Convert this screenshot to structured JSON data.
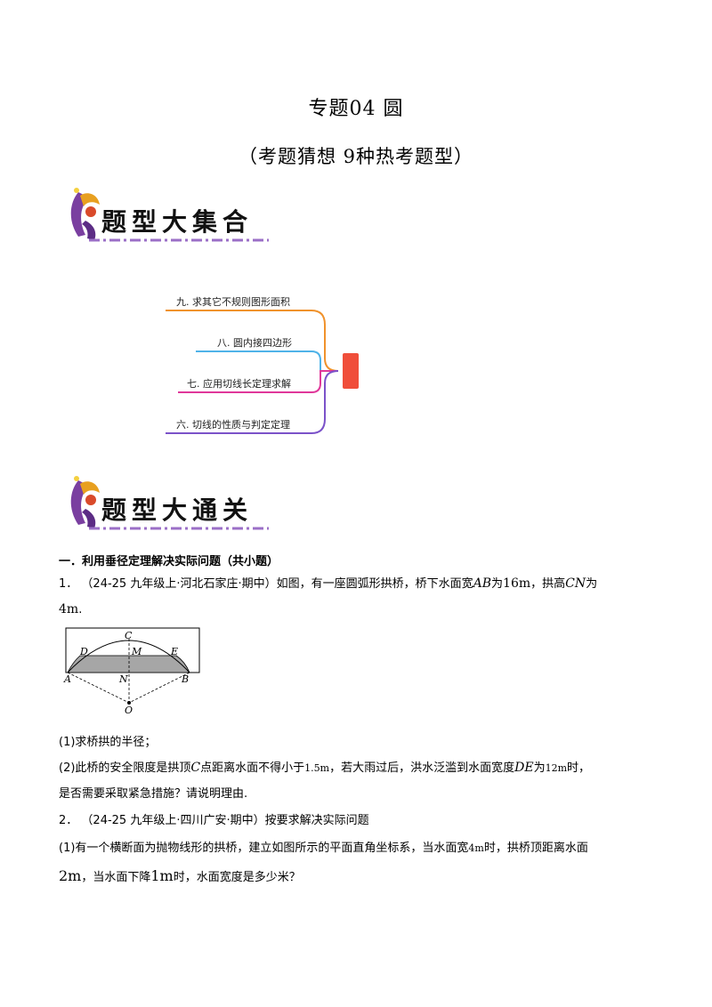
{
  "header": {
    "title": "专题04 圆",
    "subtitle": "（考题猜想 9种热考题型）"
  },
  "banner1": {
    "text": "题型大集合"
  },
  "banner2": {
    "text": "题型大通关"
  },
  "mindmap": {
    "items": [
      {
        "label": "九. 求其它不规则图形面积",
        "color": "#f0922c"
      },
      {
        "label": "八. 圆内接四边形",
        "color": "#4fb3e8"
      },
      {
        "label": "七. 应用切线长定理求解",
        "color": "#e0389a"
      },
      {
        "label": "六. 切线的性质与判定定理",
        "color": "#7b52c9"
      }
    ],
    "root_color": "#f04e3a"
  },
  "section1": {
    "title": "一．利用垂径定理解决实际问题（共小题）"
  },
  "q1": {
    "number": "1．",
    "source": "（24-25 九年级上·河北石家庄·期中）",
    "text_a": "如图，有一座圆弧形拱桥，桥下水面宽",
    "AB": "AB",
    "wei1": "为",
    "v16": "16m",
    "text_b": "，拱高",
    "CN": "CN",
    "wei2": "为",
    "v4": "4m",
    "dot": ".",
    "figure_labels": {
      "C": "C",
      "D": "D",
      "M": "M",
      "E": "E",
      "A": "A",
      "N": "N",
      "B": "B",
      "O": "O"
    },
    "part1": "(1)求桥拱的半径；",
    "part2_a": "(2)此桥的安全限度是拱顶",
    "part2_C": "C",
    "part2_b": "点距离水面不得小于",
    "v15": "1.5m",
    "part2_c": "，若大雨过后，洪水泛滥到水面宽度",
    "DE": "DE",
    "part2_d": "为",
    "v12": "12m",
    "part2_e": "时，",
    "part2_line2": "是否需要采取紧急措施？请说明理由."
  },
  "q2": {
    "number": "2．",
    "source": "（24-25 九年级上·四川广安·期中）",
    "intro": "按要求解决实际问题",
    "part1_a": "(1)有一个横断面为抛物线形的拱桥，建立如图所示的平面直角坐标系，当水面宽",
    "v4m": "4m",
    "part1_b": "时，拱桥顶距离水面",
    "v2m": "2m",
    "part1_c": "，当水面下降",
    "v1m": "1m",
    "part1_d": "时，水面宽度是多少米？"
  }
}
